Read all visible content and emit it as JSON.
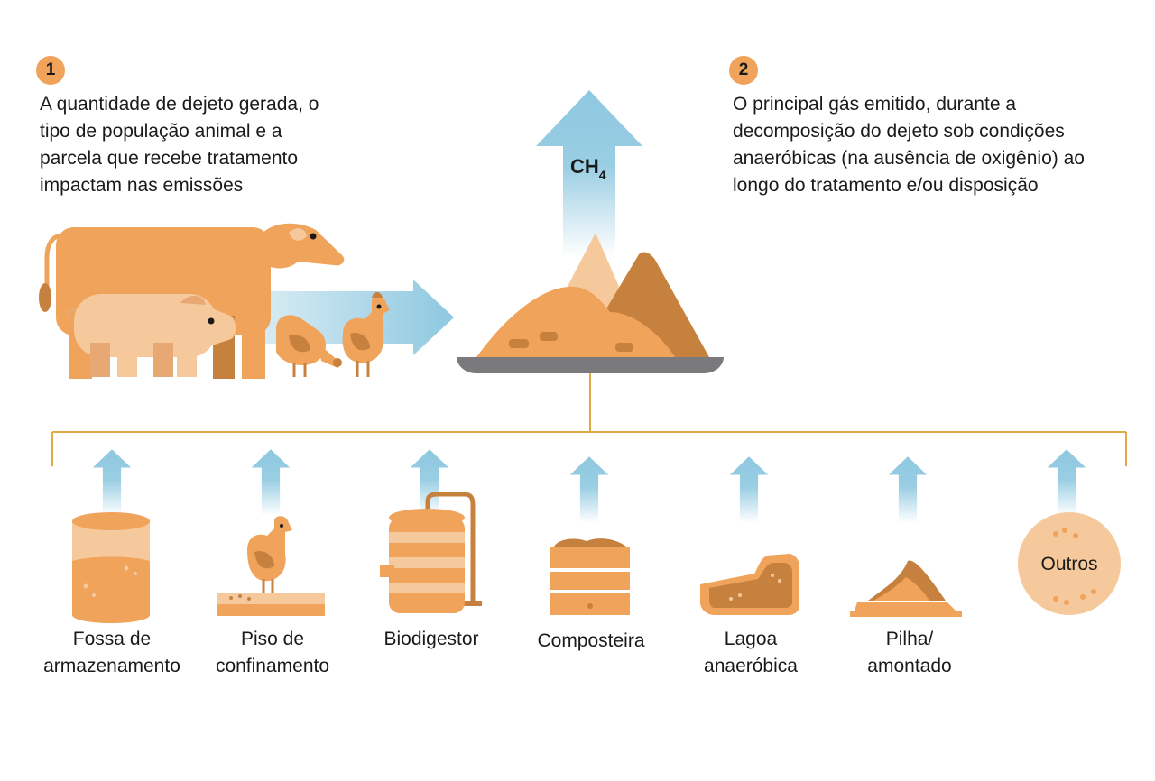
{
  "note1": {
    "number": "1",
    "lines": [
      "A quantidade de dejeto gerada, o",
      "tipo de população animal e a",
      "parcela que  recebe tratamento",
      "impactam nas emissões"
    ]
  },
  "note2": {
    "number": "2",
    "lines": [
      "O principal gás emitido, durante a",
      "decomposição do dejeto sob condições",
      "anaeróbicas (na ausência de oxigênio) ao",
      "longo do tratamento e/ou disposição"
    ]
  },
  "gas": {
    "formula": "CH",
    "subscript": "4"
  },
  "treatments": [
    {
      "lines": [
        "Fossa de",
        "armazenamento"
      ],
      "icon": "storage-pit-icon"
    },
    {
      "lines": [
        "Piso de",
        "confinamento"
      ],
      "icon": "confinement-floor-icon"
    },
    {
      "lines": [
        "Biodigestor"
      ],
      "icon": "biodigester-icon"
    },
    {
      "lines": [
        "Composteira"
      ],
      "icon": "compost-bin-icon"
    },
    {
      "lines": [
        "Lagoa",
        "anaeróbica"
      ],
      "icon": "anaerobic-lagoon-icon"
    },
    {
      "lines": [
        "Pilha/",
        "amontado"
      ],
      "icon": "manure-pile-icon"
    },
    {
      "lines": [
        ""
      ],
      "icon": "others-circle-icon"
    }
  ],
  "others_label": "Outros",
  "colors": {
    "orange": "#f0a35a",
    "light_orange": "#f5c99c",
    "brown": "#c7813f",
    "arrow_blue": "#8ec8e0",
    "tray_gray": "#7a7a7c",
    "line_gold": "#e0a944"
  }
}
